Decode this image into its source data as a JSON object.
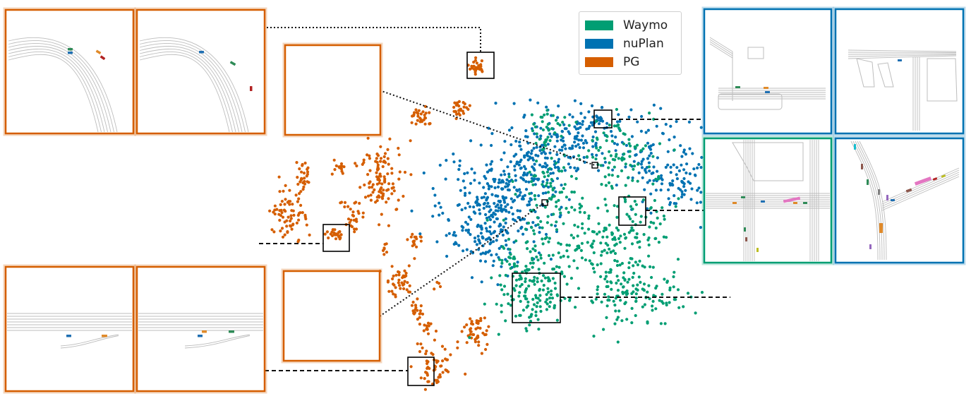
{
  "colors": {
    "waymo": "#009e73",
    "nuplan": "#0072b2",
    "pg": "#d55e00",
    "box": "#000000",
    "road": "#bdbdbd"
  },
  "legend": [
    {
      "label": "Waymo",
      "color": "#009e73"
    },
    {
      "label": "nuPlan",
      "color": "#0072b2"
    },
    {
      "label": "PG",
      "color": "#d55e00"
    }
  ],
  "chart_data": {
    "type": "scatter",
    "title": "",
    "xlabel": "",
    "ylabel": "",
    "grid": false,
    "legend_position": "top-center",
    "series": [
      {
        "name": "Waymo",
        "color": "#009e73"
      },
      {
        "name": "nuPlan",
        "color": "#0072b2"
      },
      {
        "name": "PG",
        "color": "#d55e00"
      }
    ]
  },
  "panels": [
    {
      "group": "pg-curve",
      "border": "#d55e00",
      "icon": "curved-road-scene-icon"
    },
    {
      "group": "pg-curve",
      "border": "#d55e00",
      "icon": "curved-road-scene-icon"
    },
    {
      "group": "pg-empty-top",
      "border": "#d55e00",
      "icon": "empty-scene-icon"
    },
    {
      "group": "pg-empty-bottom",
      "border": "#d55e00",
      "icon": "empty-scene-icon"
    },
    {
      "group": "pg-merge",
      "border": "#d55e00",
      "icon": "merge-road-scene-icon"
    },
    {
      "group": "pg-merge",
      "border": "#d55e00",
      "icon": "merge-road-scene-icon"
    },
    {
      "group": "nuplan-top",
      "border": "#0072b2",
      "icon": "parking-lot-scene-icon"
    },
    {
      "group": "nuplan-top",
      "border": "#0072b2",
      "icon": "parking-lot-scene-icon"
    },
    {
      "group": "waymo-intersection",
      "border": "#009e73",
      "icon": "intersection-scene-icon"
    },
    {
      "group": "nuplan-fork",
      "border": "#0072b2",
      "icon": "fork-road-scene-icon"
    }
  ]
}
